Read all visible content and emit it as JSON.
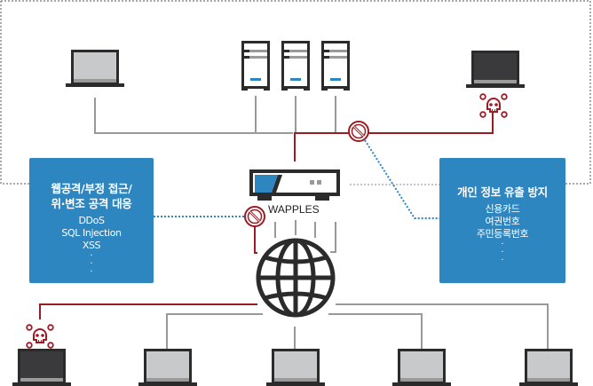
{
  "diagram": {
    "appliance_label": "WAPPLES",
    "left_box": {
      "title_lines": [
        "웹공격/부정 접근/",
        "위·변조 공격 대응"
      ],
      "items": [
        "DDoS",
        "SQL Injection",
        "XSS"
      ],
      "ellipsis": [
        "·",
        "·",
        "·"
      ]
    },
    "right_box": {
      "title": "개인 정보 유출 방지",
      "items": [
        "신용카드",
        "여권번호",
        "주민등록번호"
      ],
      "ellipsis": [
        "·",
        "·",
        "·"
      ]
    },
    "nodes": {
      "internal_clients": [
        "normal-laptop",
        "compromised-laptop"
      ],
      "servers": 3,
      "external_clients": [
        "compromised-laptop",
        "normal-laptop",
        "normal-laptop",
        "normal-laptop",
        "normal-laptop"
      ]
    },
    "icons": [
      "laptop-icon",
      "server-icon",
      "skull-icon",
      "block-icon",
      "firewall-appliance-icon",
      "globe-icon"
    ],
    "colors": {
      "accent_blue": "#2e86c1",
      "threat_red": "#9b1c24",
      "line_gray": "#999999",
      "device_dark": "#2b2b2b",
      "screen_light": "#c8c9cb",
      "screen_dark": "#3a3a3c"
    }
  }
}
